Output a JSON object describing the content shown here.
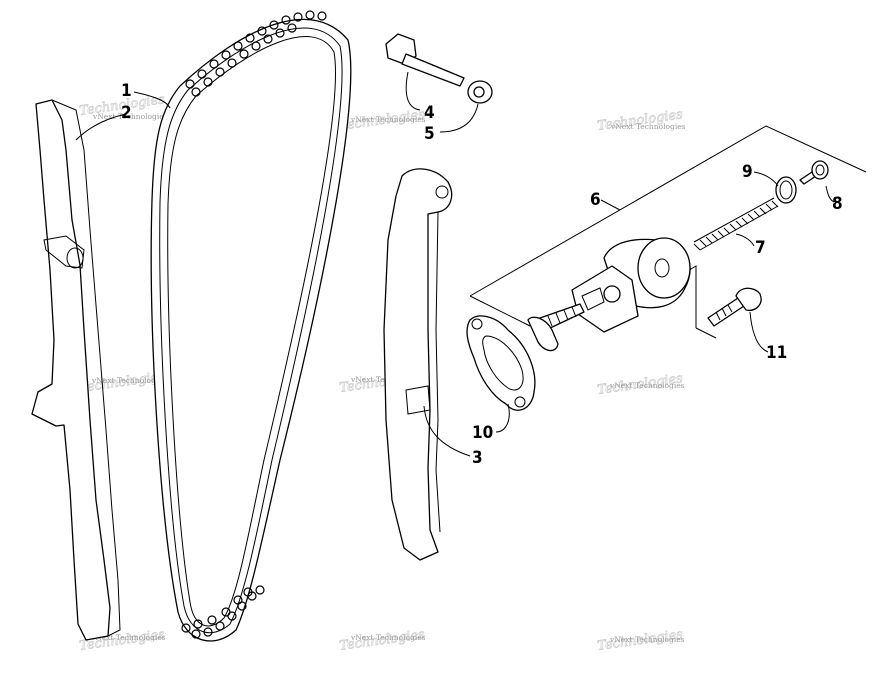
{
  "callouts": {
    "c1": "1",
    "c2": "2",
    "c3": "3",
    "c4": "4",
    "c5": "5",
    "c6": "6",
    "c7": "7",
    "c8": "8",
    "c9": "9",
    "c10": "10",
    "c11": "11"
  },
  "watermark": {
    "text": "vNext Technologies"
  }
}
